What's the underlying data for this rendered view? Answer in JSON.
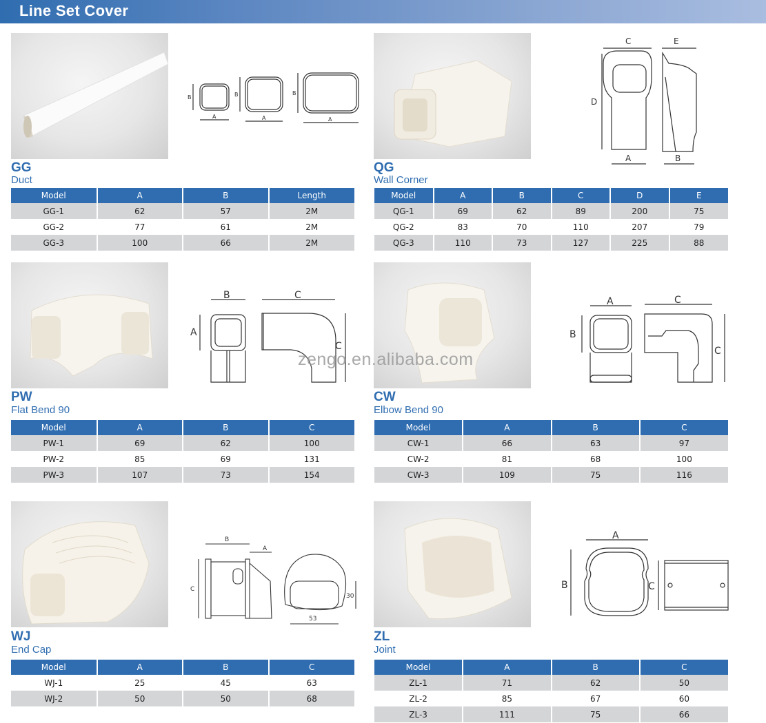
{
  "header": {
    "title": "Line Set Cover",
    "gradient": [
      "#2f6db0",
      "#a9bde0"
    ]
  },
  "colors": {
    "accent": "#2f6db0",
    "row_grey": "#d4d5d7",
    "row_white": "#ffffff"
  },
  "watermark": "zengo.en.alibaba.com",
  "products": [
    {
      "code": "GG",
      "name": "Duct",
      "drawing_labels": [
        "A",
        "B"
      ],
      "columns": [
        "Model",
        "A",
        "B",
        "Length"
      ],
      "rows": [
        [
          "GG-1",
          "62",
          "57",
          "2M"
        ],
        [
          "GG-2",
          "77",
          "61",
          "2M"
        ],
        [
          "GG-3",
          "100",
          "66",
          "2M"
        ]
      ]
    },
    {
      "code": "QG",
      "name": "Wall Corner",
      "drawing_labels": [
        "A",
        "B",
        "C",
        "D",
        "E"
      ],
      "columns": [
        "Model",
        "A",
        "B",
        "C",
        "D",
        "E"
      ],
      "rows": [
        [
          "QG-1",
          "69",
          "62",
          "89",
          "200",
          "75"
        ],
        [
          "QG-2",
          "83",
          "70",
          "110",
          "207",
          "79"
        ],
        [
          "QG-3",
          "110",
          "73",
          "127",
          "225",
          "88"
        ]
      ]
    },
    {
      "code": "PW",
      "name": "Flat Bend 90",
      "drawing_labels": [
        "A",
        "B",
        "C"
      ],
      "columns": [
        "Model",
        "A",
        "B",
        "C"
      ],
      "rows": [
        [
          "PW-1",
          "69",
          "62",
          "100"
        ],
        [
          "PW-2",
          "85",
          "69",
          "131"
        ],
        [
          "PW-3",
          "107",
          "73",
          "154"
        ]
      ]
    },
    {
      "code": "CW",
      "name": "Elbow Bend 90",
      "drawing_labels": [
        "A",
        "B",
        "C"
      ],
      "columns": [
        "Model",
        "A",
        "B",
        "C"
      ],
      "rows": [
        [
          "CW-1",
          "66",
          "63",
          "97"
        ],
        [
          "CW-2",
          "81",
          "68",
          "100"
        ],
        [
          "CW-3",
          "109",
          "75",
          "116"
        ]
      ]
    },
    {
      "code": "WJ",
      "name": "End Cap",
      "drawing_labels": [
        "A",
        "B",
        "C",
        "30",
        "53"
      ],
      "columns": [
        "Model",
        "A",
        "B",
        "C"
      ],
      "rows": [
        [
          "WJ-1",
          "25",
          "45",
          "63"
        ],
        [
          "WJ-2",
          "50",
          "50",
          "68"
        ]
      ]
    },
    {
      "code": "ZL",
      "name": "Joint",
      "drawing_labels": [
        "A",
        "B",
        "C"
      ],
      "columns": [
        "Model",
        "A",
        "B",
        "C"
      ],
      "rows": [
        [
          "ZL-1",
          "71",
          "62",
          "50"
        ],
        [
          "ZL-2",
          "85",
          "67",
          "60"
        ],
        [
          "ZL-3",
          "111",
          "75",
          "66"
        ]
      ]
    }
  ]
}
